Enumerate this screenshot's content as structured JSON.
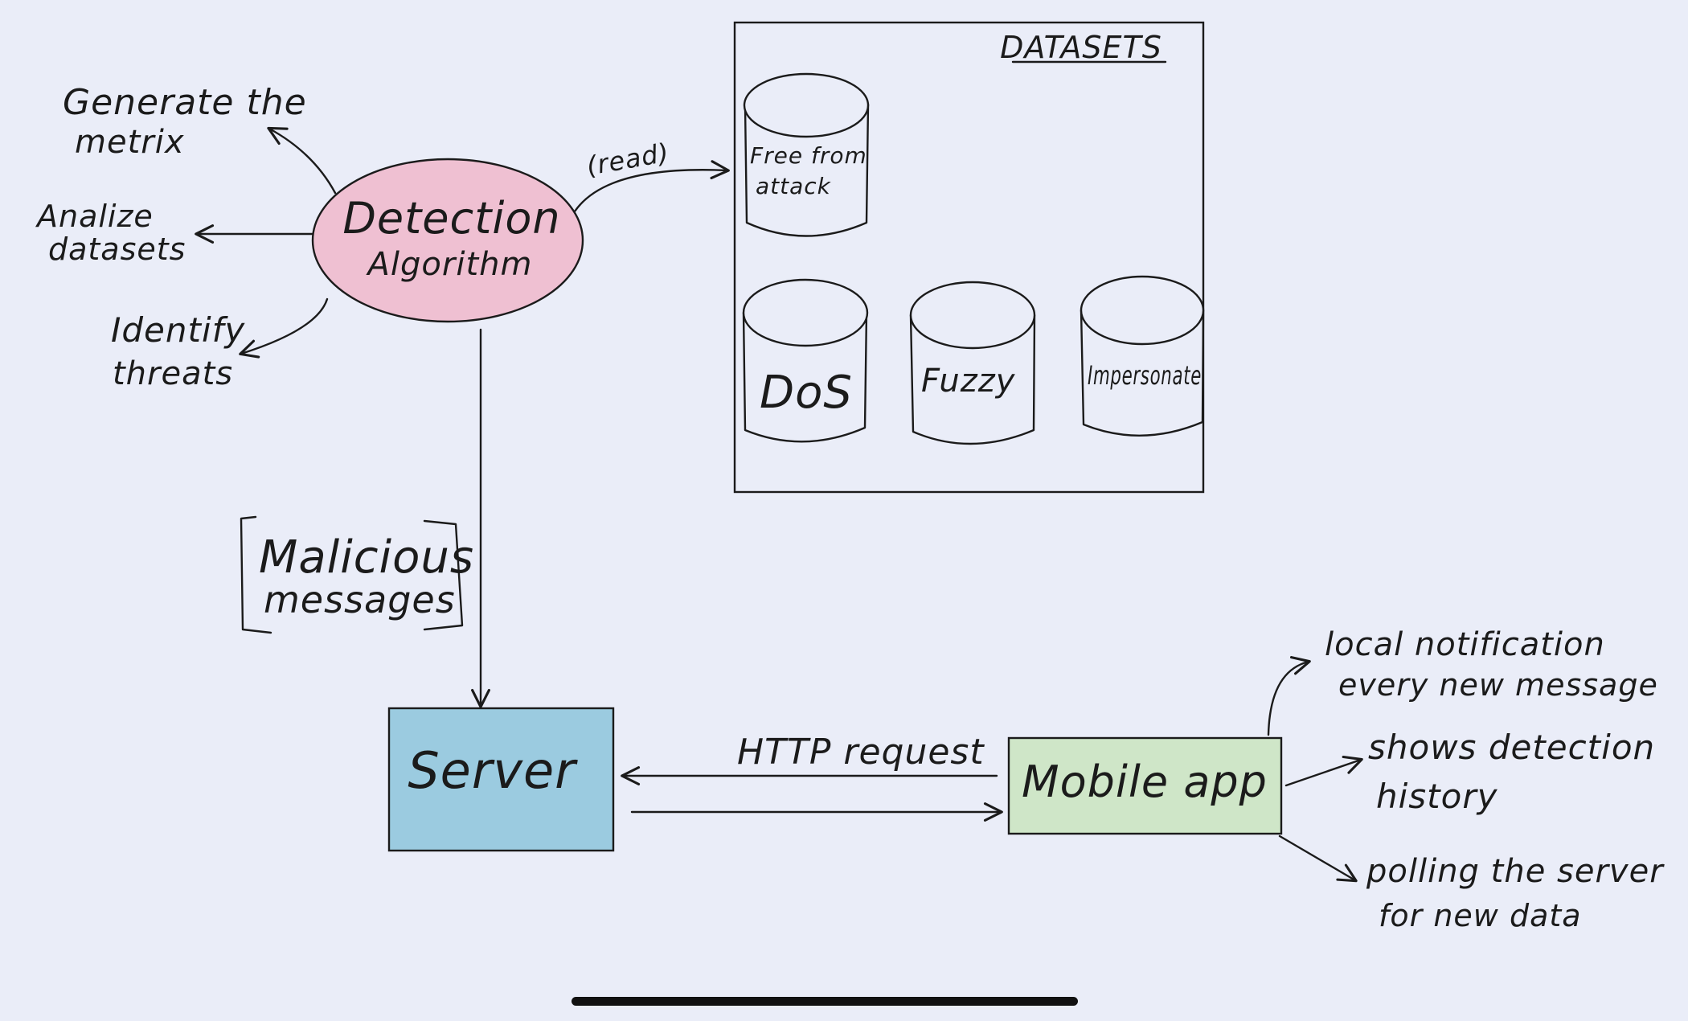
{
  "detection": {
    "title": "Detection",
    "subtitle": "Algorithm",
    "fill": "#efc0d2"
  },
  "left_notes": {
    "generate": [
      "Generate the",
      "metrix"
    ],
    "analize": [
      "Analize",
      "datasets"
    ],
    "identify": [
      "Identify",
      "threats"
    ]
  },
  "read_label": "(read)",
  "datasets": {
    "title": "DATASETS",
    "items": {
      "free": [
        "Free from",
        "attack"
      ],
      "dos": "DoS",
      "fuzzy": "Fuzzy",
      "impersonate": "Impersonate"
    }
  },
  "malicious": [
    "Malicious",
    "messages"
  ],
  "server": {
    "label": "Server",
    "fill": "#9bcbe0"
  },
  "http_label": "HTTP request",
  "mobile": {
    "label": "Mobile app",
    "fill": "#cfe6c8"
  },
  "right_notes": {
    "notification": [
      "local notification",
      "every new message"
    ],
    "history": [
      "shows detection",
      "history"
    ],
    "polling": [
      "polling the server",
      "for new data"
    ]
  },
  "colors": {
    "background": "#eaedf8",
    "ink": "#1b1b1b",
    "home_indicator": "#111111"
  }
}
